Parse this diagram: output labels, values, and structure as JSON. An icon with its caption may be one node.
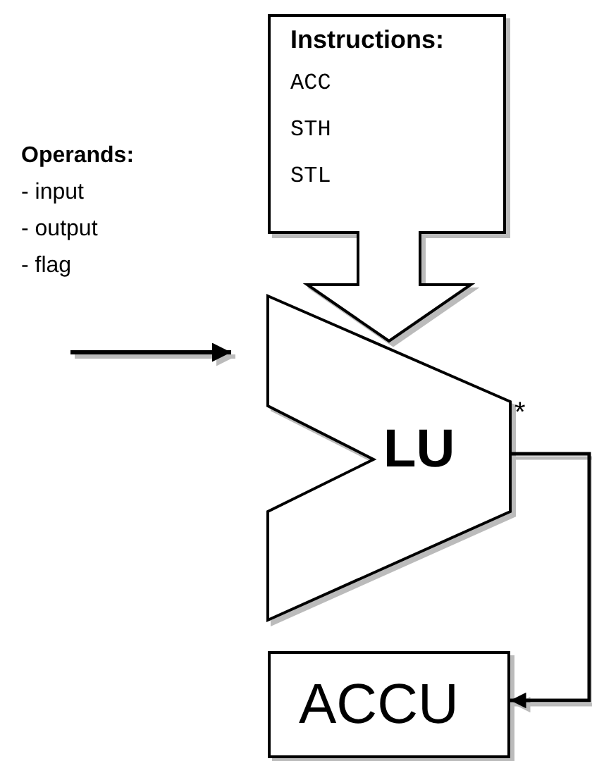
{
  "diagram": {
    "nodes": [
      {
        "text": [
          "Instructions:",
          "ACC",
          "STH",
          "STL"
        ]
      },
      {
        "text": [
          "LU"
        ],
        "beside": [
          "*"
        ]
      },
      {
        "text": [
          "ACCU"
        ]
      }
    ],
    "edges": [
      {
        "from": null,
        "to": 1,
        "arrow": "to"
      },
      {
        "from": 1,
        "to": 2,
        "arrow": "to"
      }
    ],
    "labels": [
      "Operands:",
      "- input",
      "- output",
      "- flag"
    ]
  }
}
